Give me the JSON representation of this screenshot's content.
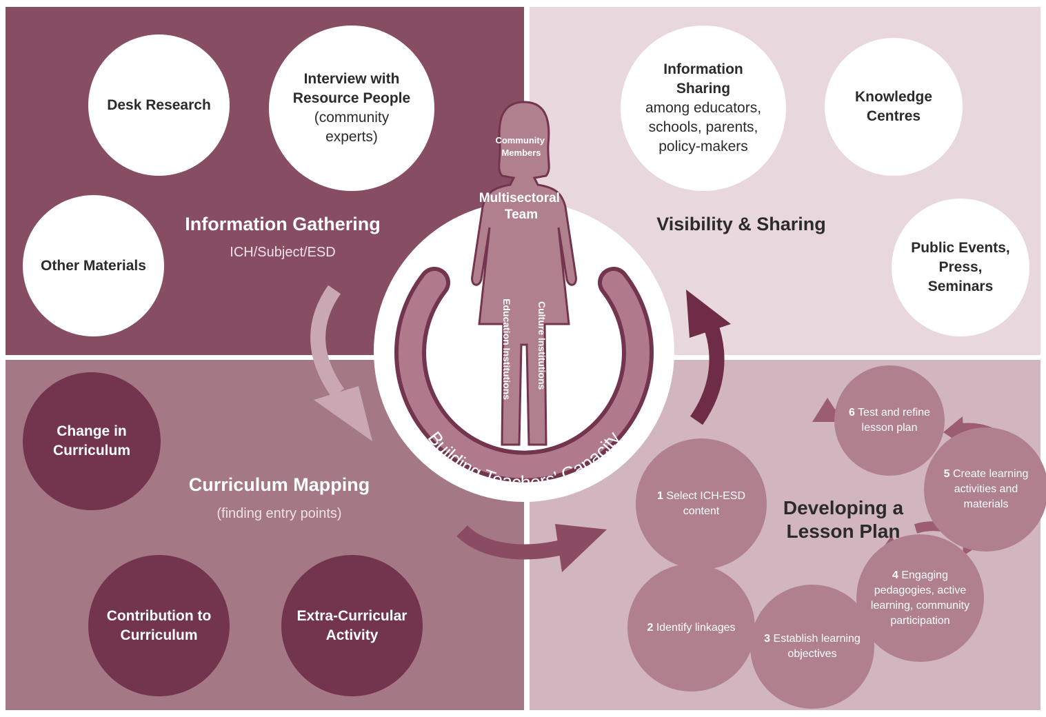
{
  "quadrants": {
    "info_gathering": {
      "title": "Information Gathering",
      "subtitle": "ICH/Subject/ESD",
      "circles": {
        "desk_research": "Desk Research",
        "interview_title": "Interview with Resource People",
        "interview_detail": "(community experts)",
        "other_materials": "Other Materials"
      }
    },
    "visibility": {
      "title": "Visibility & Sharing",
      "circles": {
        "info_sharing_title": "Information Sharing",
        "info_sharing_detail": "among educators, schools, parents, policy-makers",
        "knowledge_centres": "Knowledge Centres",
        "public_events": "Public Events, Press, Seminars"
      }
    },
    "curriculum_mapping": {
      "title": "Curriculum Mapping",
      "subtitle": "(finding entry points)",
      "circles": {
        "change": "Change in Curriculum",
        "contribution": "Contribution to Curriculum",
        "extra": "Extra-Curricular Activity"
      }
    },
    "lesson_plan": {
      "title_line1": "Developing a",
      "title_line2": "Lesson Plan",
      "steps": [
        {
          "num": "1",
          "text": "Select ICH-ESD content"
        },
        {
          "num": "2",
          "text": "Identify linkages"
        },
        {
          "num": "3",
          "text": "Establish learning objectives"
        },
        {
          "num": "4",
          "text": "Engaging pedagogies, active learning, community participation"
        },
        {
          "num": "5",
          "text": "Create learning activities and materials"
        },
        {
          "num": "6",
          "text": "Test and refine lesson plan"
        }
      ]
    }
  },
  "center": {
    "figure_head": "Community Members",
    "figure_body_line1": "Multisectoral",
    "figure_body_line2": "Team",
    "left_leg": "Education Institutions",
    "right_leg": "Culture Institutions",
    "arc_text": "Building Teachers' Capacity"
  },
  "colors": {
    "dark_plum": "#874d62",
    "deep_plum": "#73344e",
    "mid_mauve": "#a47885",
    "light_mauve": "#d1b5bf",
    "pale_pink": "#e8d7dc",
    "white": "#ffffff"
  }
}
